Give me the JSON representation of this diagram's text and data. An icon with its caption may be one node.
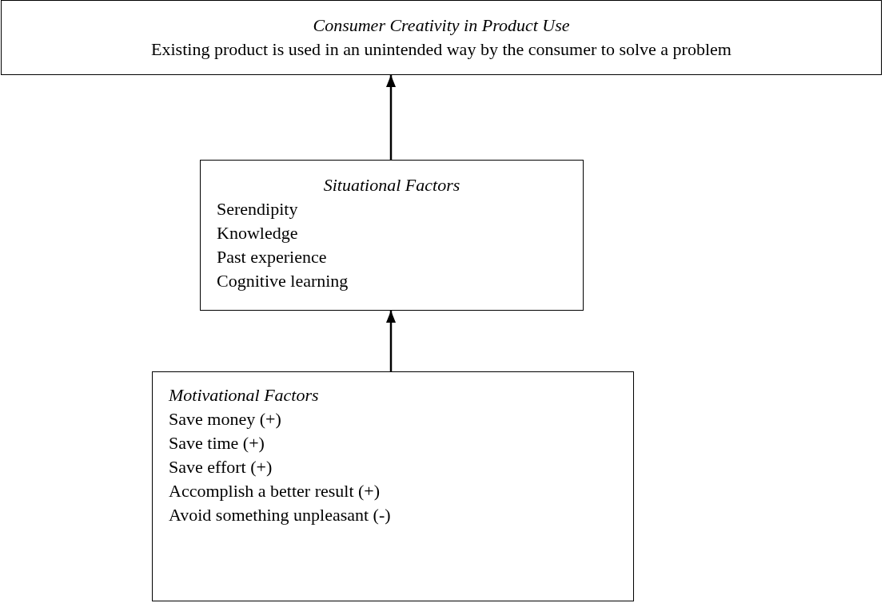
{
  "diagram": {
    "nodes": [
      {
        "text": [
          "Consumer Creativity in Product Use",
          "Existing product is used in an unintended way by the consumer to solve a problem"
        ]
      },
      {
        "text": [
          "Situational Factors",
          "Serendipity",
          "Knowledge",
          "Past experience",
          "Cognitive learning"
        ]
      },
      {
        "text": [
          "Motivational Factors",
          "Save money (+)",
          "Save time (+)",
          "Save effort (+)",
          "Accomplish a better result (+)",
          "Avoid something unpleasant (-)"
        ]
      }
    ],
    "edges": [
      {
        "from": 1,
        "to": 0,
        "arrow": "to"
      },
      {
        "from": 2,
        "to": 1,
        "arrow": "to"
      }
    ]
  }
}
